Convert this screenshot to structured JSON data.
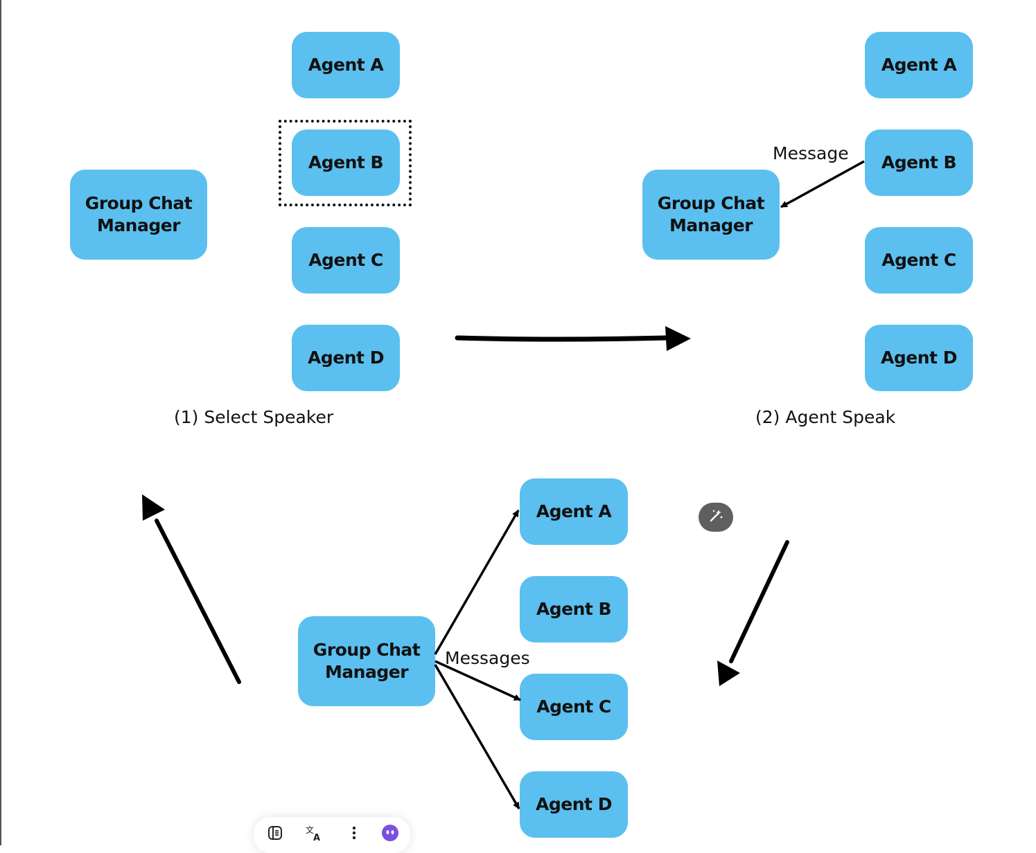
{
  "panels": [
    {
      "caption": "(1) Select Speaker",
      "manager_label": [
        "Group Chat",
        "Manager"
      ],
      "agents": [
        "Agent A",
        "Agent B",
        "Agent C",
        "Agent D"
      ]
    },
    {
      "caption": "(2) Agent Speak",
      "manager_label": [
        "Group Chat",
        "Manager"
      ],
      "agents": [
        "Agent A",
        "Agent B",
        "Agent C",
        "Agent D"
      ],
      "edge_label": "Message"
    },
    {
      "manager_label": [
        "Group Chat",
        "Manager"
      ],
      "agents": [
        "Agent A",
        "Agent B",
        "Agent C",
        "Agent D"
      ],
      "edge_label": "Messages"
    }
  ],
  "colors": {
    "node_fill": "#5bc0ef",
    "arrow": "#000000",
    "magic_button": "#5f5f5f",
    "assistant_icon": "#7b4fe0"
  },
  "toolbar_icons": [
    "sidebar-icon",
    "translate-icon",
    "more-vertical-icon",
    "assistant-icon"
  ],
  "floating_button_icon": "magic-wand-icon"
}
